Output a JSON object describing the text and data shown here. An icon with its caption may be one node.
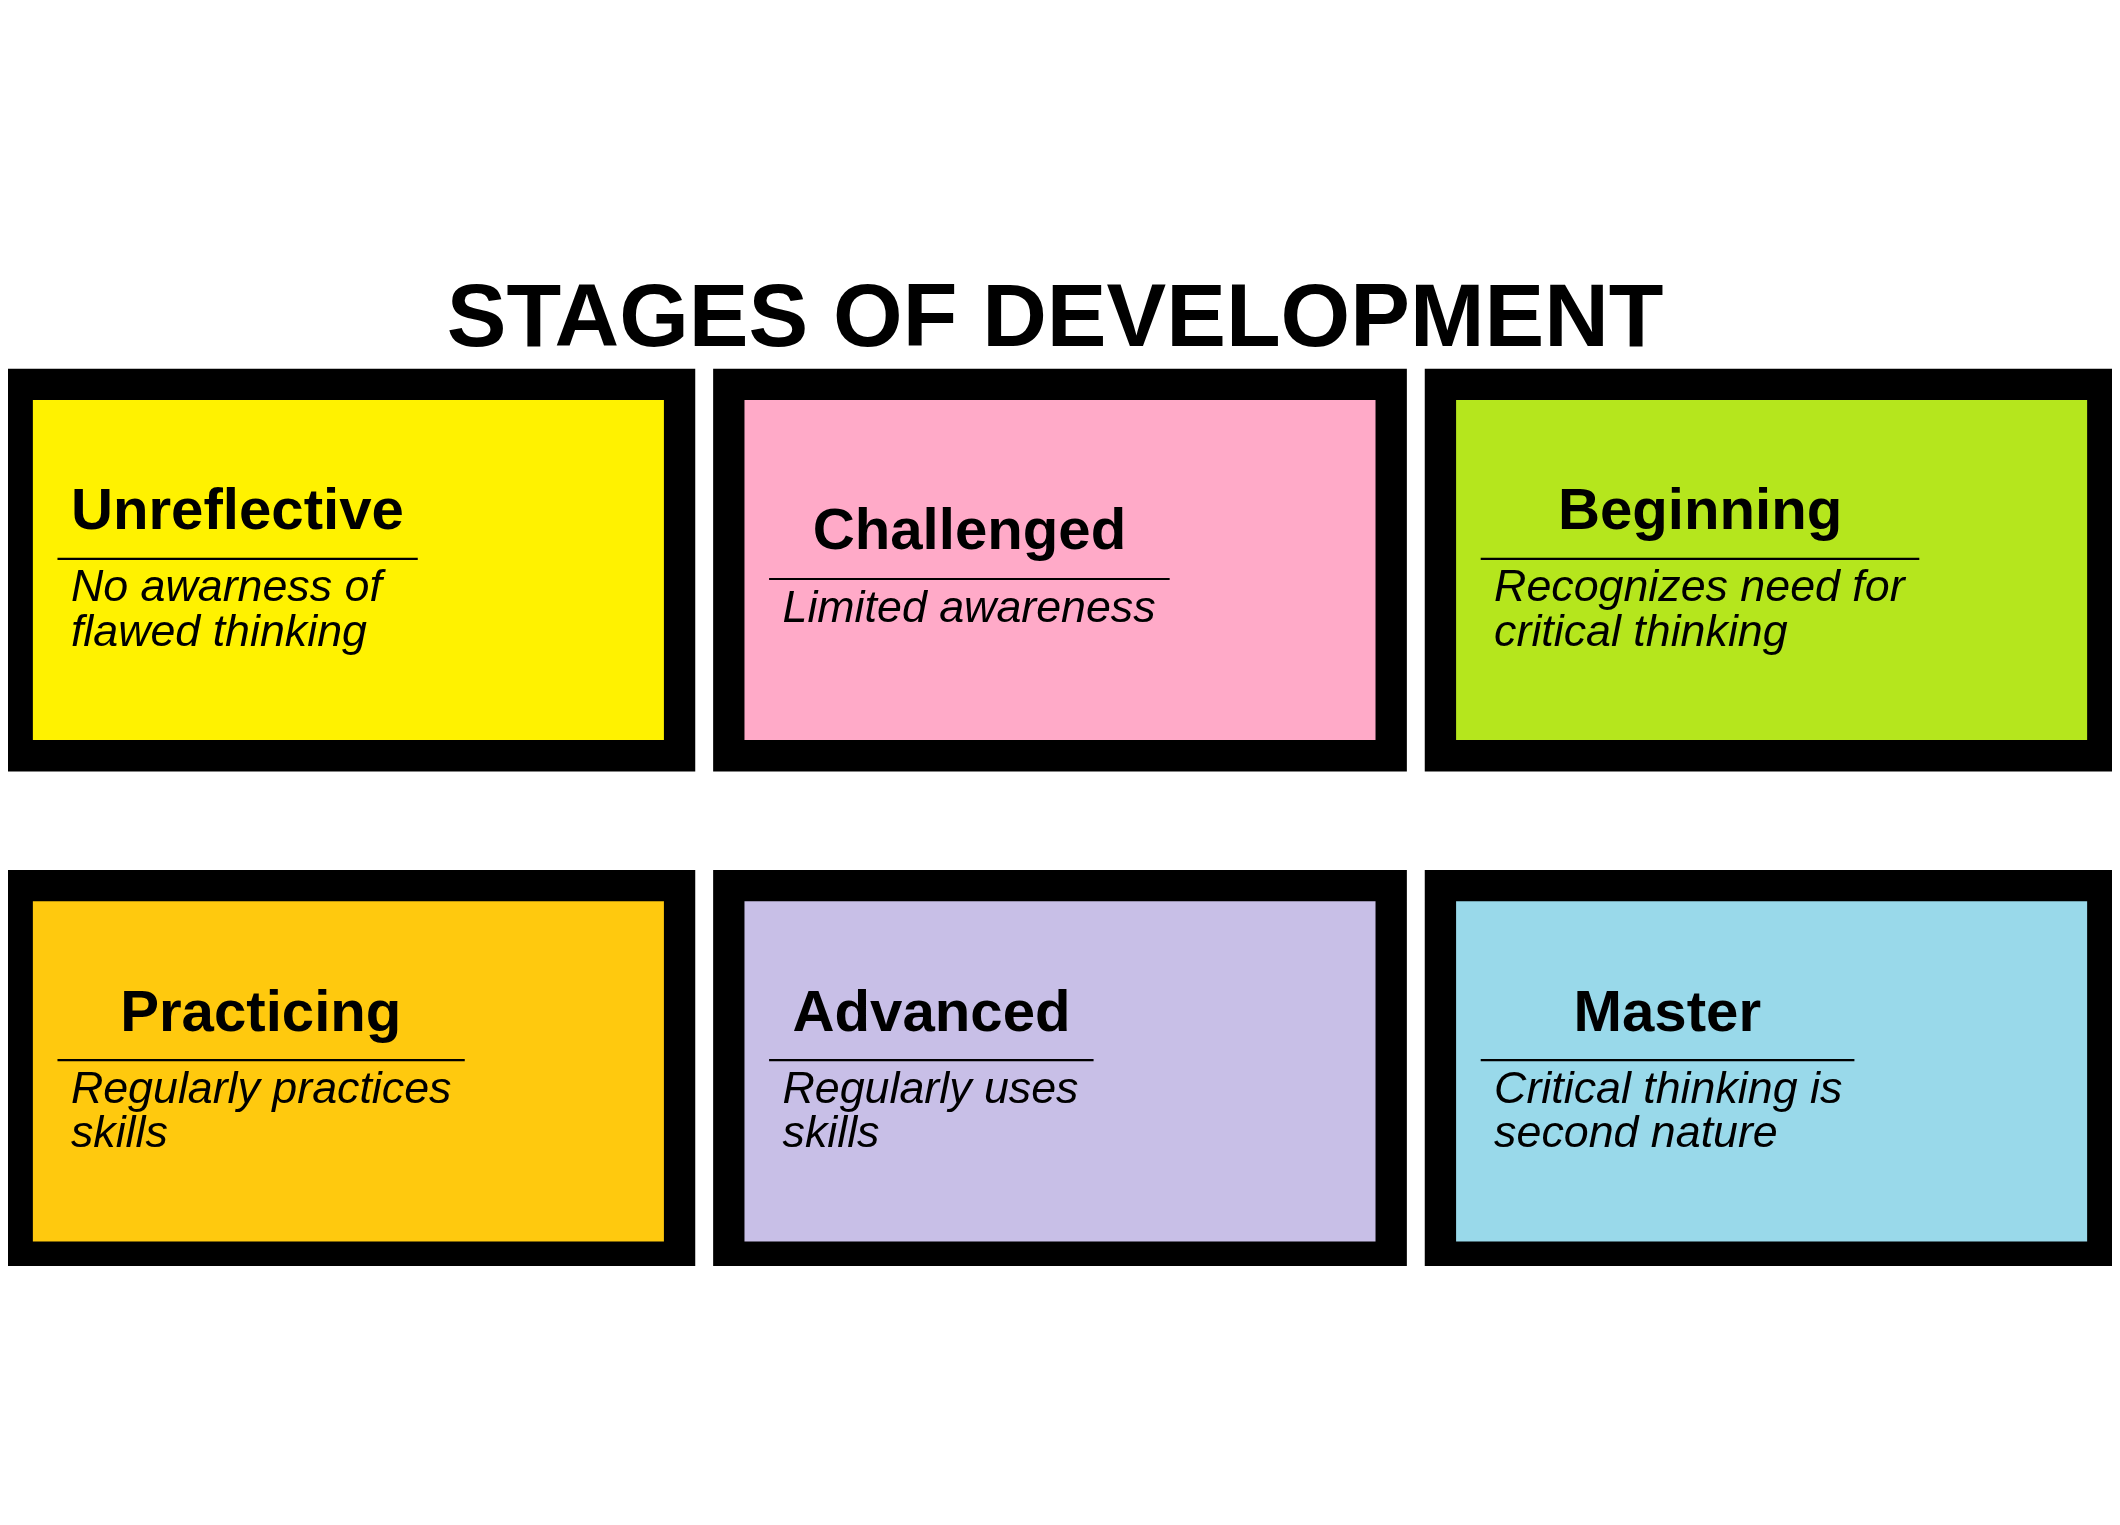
{
  "diagram": {
    "title": "STAGES OF DEVELOPMENT",
    "nodes": [
      {
        "text": [
          "Unreflective",
          "No awarness of flawed thinking"
        ]
      },
      {
        "text": [
          "Challenged",
          "Limited awareness"
        ]
      },
      {
        "text": [
          "Beginning",
          "Recognizes need for critical thinking"
        ]
      },
      {
        "text": [
          "Practicing",
          "Regularly practices skills"
        ]
      },
      {
        "text": [
          "Advanced",
          "Regularly uses skills"
        ]
      },
      {
        "text": [
          "Master",
          "Critical thinking is second nature"
        ]
      }
    ]
  }
}
